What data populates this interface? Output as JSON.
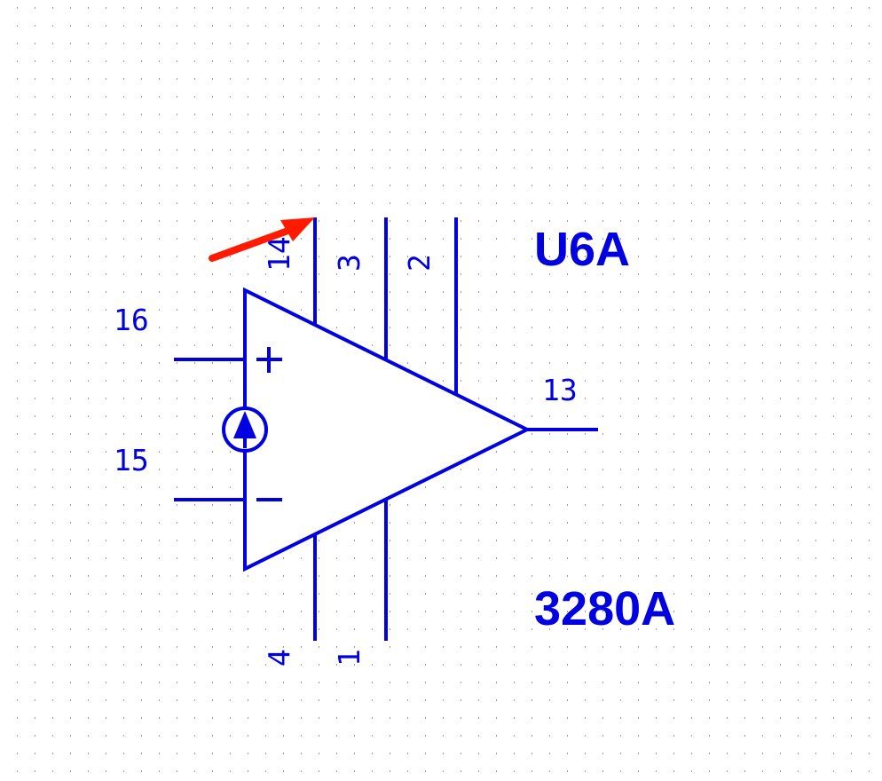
{
  "component": {
    "refdes": "U6A",
    "value": "3280A",
    "color": "#0000e0",
    "symbol": "op-amp-triangle",
    "pins": {
      "non_inverting": "16",
      "inverting": "15",
      "output": "13",
      "top_left": "14",
      "top_mid": "3",
      "top_right": "2",
      "bottom_left": "4",
      "bottom_right": "1"
    },
    "input_signs": {
      "plus": "+",
      "minus": "−"
    }
  },
  "annotation": {
    "type": "arrow",
    "color": "#ff1a00"
  },
  "canvas": {
    "background": "#ffffff",
    "grid_dot_color": "#9a9a9a",
    "grid": true
  }
}
